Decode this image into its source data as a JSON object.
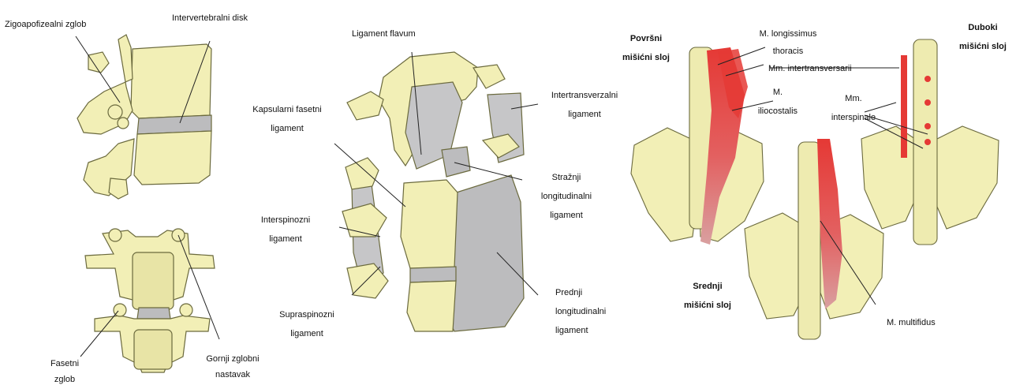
{
  "labels": {
    "zigoapofizealni": "Zigoapofizealni zglob",
    "intervertebralni": "Intervertebralni disk",
    "fasetni_1": "Fasetni",
    "fasetni_2": "zglob",
    "gornji_1": "Gornji zglobni",
    "gornji_2": "nastavak",
    "flavum": "Ligament flavum",
    "kapsularni_1": "Kapsularni fasetni",
    "kapsularni_2": "ligament",
    "interspinozni_1": "Interspinozni",
    "interspinozni_2": "ligament",
    "supraspinozni_1": "Supraspinozni",
    "supraspinozni_2": "ligament",
    "intertransverzalni_1": "Intertransverzalni",
    "intertransverzalni_2": "ligament",
    "straznji_1": "Stražnji",
    "straznji_2": "longitudinalni",
    "straznji_3": "ligament",
    "prednji_1": "Prednji",
    "prednji_2": "longitudinalni",
    "prednji_3": "ligament",
    "povrsni_1": "Površni",
    "povrsni_2": "mišićni sloj",
    "longissimus_1": "M. longissimus",
    "longissimus_2": "thoracis",
    "intertransversarii": "Mm. intertransversarii",
    "iliocostalis_1": "M.",
    "iliocostalis_2": "iliocostalis",
    "interspinale_1": "Mm.",
    "interspinale_2": "interspinale",
    "duboki_1": "Duboki",
    "duboki_2": "mišićni sloj",
    "srednji_1": "Srednji",
    "srednji_2": "mišićni sloj",
    "multifidus": "M. multifidus"
  },
  "colors": {
    "bone": "#f2efb6",
    "bone_stroke": "#6b6a3e",
    "ligament": "#bcbcbe",
    "muscle": "#e53935",
    "line": "#222222"
  }
}
